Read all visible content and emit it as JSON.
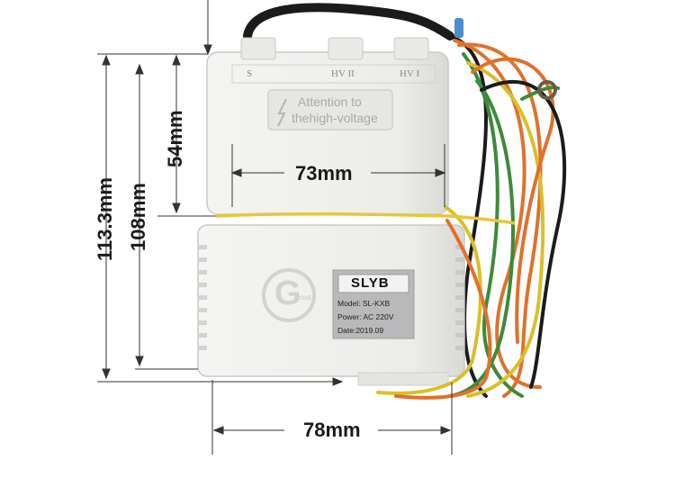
{
  "dimensions": {
    "width_top": "73mm",
    "width_bottom": "78mm",
    "height_total": "113.3mm",
    "height_main": "108mm",
    "height_top": "54mm"
  },
  "terminals": {
    "s_label": "S",
    "hv2_label": "HV II",
    "hv1_label": "HV I"
  },
  "warning": {
    "line1": "Attention to",
    "line2": "thehigh-voltage"
  },
  "label": {
    "brand": "SLYB",
    "model": "Model: SL-KXB",
    "power": "Power: AC 220V",
    "date": "Date:2019.09",
    "logo_letter": "G",
    "logo_small": "ZONE"
  },
  "colors": {
    "housing": "#eeeeec",
    "housing_shadow": "#d7d7d4",
    "label_bg": "#b9b9bb",
    "rubber_band": "#e8c63a",
    "wire_orange": "#e0712c",
    "wire_green": "#3c8b3a",
    "wire_yellow": "#d9c02a",
    "wire_black": "#1b1b1b"
  }
}
